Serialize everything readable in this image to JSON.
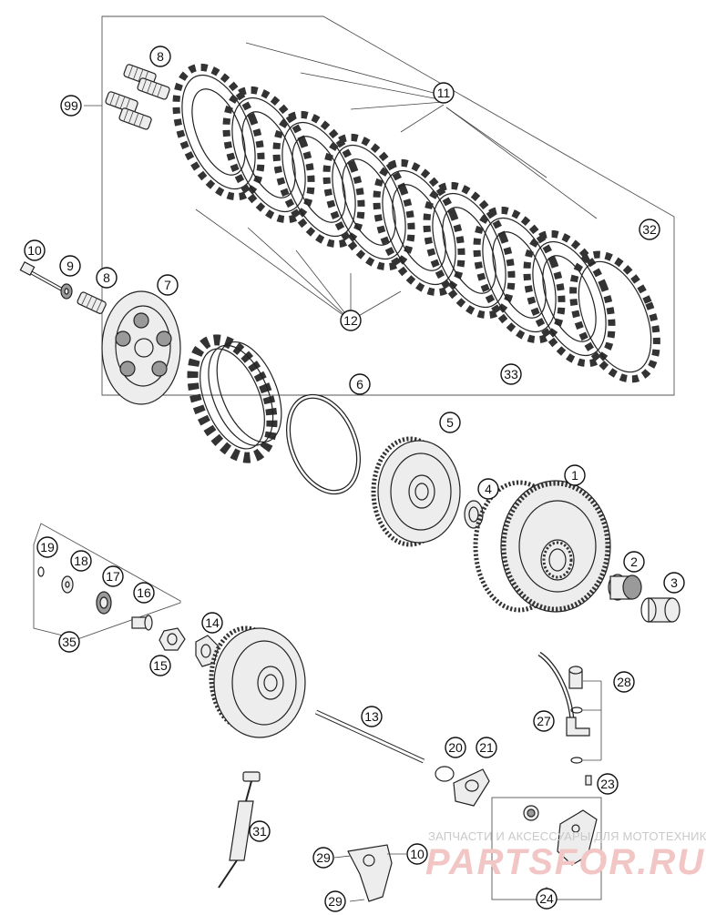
{
  "callouts": [
    {
      "id": "c8a",
      "label": "8"
    },
    {
      "id": "c99",
      "label": "99"
    },
    {
      "id": "c11",
      "label": "11"
    },
    {
      "id": "c32",
      "label": "32"
    },
    {
      "id": "c12",
      "label": "12"
    },
    {
      "id": "c33",
      "label": "33"
    },
    {
      "id": "c10a",
      "label": "10"
    },
    {
      "id": "c9",
      "label": "9"
    },
    {
      "id": "c8b",
      "label": "8"
    },
    {
      "id": "c7",
      "label": "7"
    },
    {
      "id": "c6",
      "label": "6"
    },
    {
      "id": "c5",
      "label": "5"
    },
    {
      "id": "c4",
      "label": "4"
    },
    {
      "id": "c1",
      "label": "1"
    },
    {
      "id": "c2",
      "label": "2"
    },
    {
      "id": "c3",
      "label": "3"
    },
    {
      "id": "c19",
      "label": "19"
    },
    {
      "id": "c18",
      "label": "18"
    },
    {
      "id": "c17",
      "label": "17"
    },
    {
      "id": "c16",
      "label": "16"
    },
    {
      "id": "c35",
      "label": "35"
    },
    {
      "id": "c14",
      "label": "14"
    },
    {
      "id": "c15",
      "label": "15"
    },
    {
      "id": "c13",
      "label": "13"
    },
    {
      "id": "c28",
      "label": "28"
    },
    {
      "id": "c27",
      "label": "27"
    },
    {
      "id": "c20",
      "label": "20"
    },
    {
      "id": "c21",
      "label": "21"
    },
    {
      "id": "c23",
      "label": "23"
    },
    {
      "id": "c31",
      "label": "31"
    },
    {
      "id": "c29a",
      "label": "29"
    },
    {
      "id": "c10b",
      "label": "10"
    },
    {
      "id": "c29b",
      "label": "29"
    },
    {
      "id": "c24",
      "label": "24"
    }
  ],
  "watermark": {
    "tagline": "ЗАПЧАСТИ И АКСЕССУАРЫ ДЛЯ МОТОТЕХНИКИ",
    "logo": "PARTSFOR.RU"
  }
}
